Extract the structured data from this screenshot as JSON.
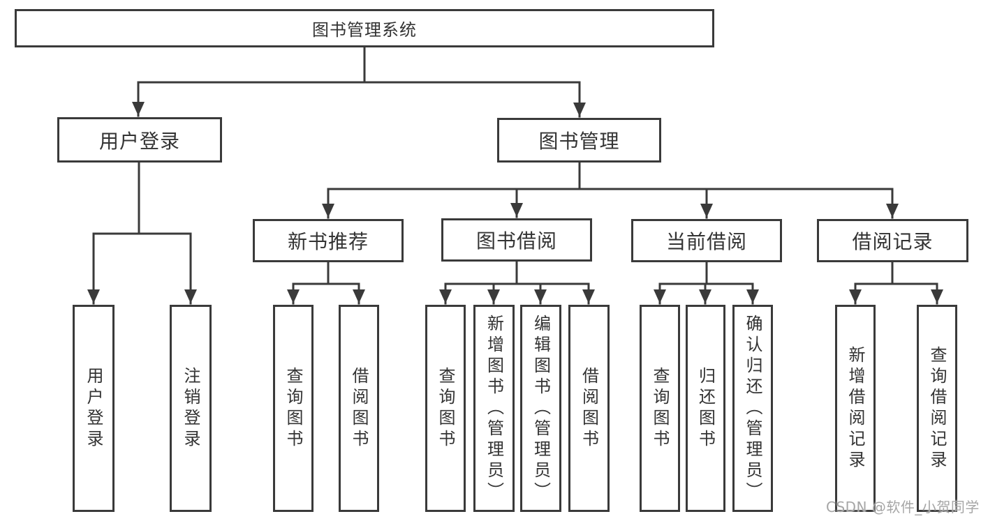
{
  "diagram_type": "hierarchy-tree",
  "colors": {
    "line": "#3a3a3a",
    "box_border": "#3a3a3a",
    "text": "#333333",
    "background": "#ffffff",
    "watermark": "#a6a6a6"
  },
  "watermark": {
    "text": "CSDN @软件_小贺同学"
  },
  "nodes": {
    "root": {
      "label": "图书管理系统"
    },
    "level2": [
      {
        "label": "用户登录"
      },
      {
        "label": "图书管理"
      }
    ],
    "level3": [
      {
        "label": "新书推荐",
        "parent": "图书管理"
      },
      {
        "label": "图书借阅",
        "parent": "图书管理"
      },
      {
        "label": "当前借阅",
        "parent": "图书管理"
      },
      {
        "label": "借阅记录",
        "parent": "图书管理"
      }
    ],
    "leaves": [
      {
        "label": "用户登录",
        "parent": "用户登录"
      },
      {
        "label": "注销登录",
        "parent": "用户登录"
      },
      {
        "label": "查询图书",
        "parent": "新书推荐"
      },
      {
        "label": "借阅图书",
        "parent": "新书推荐"
      },
      {
        "label": "查询图书",
        "parent": "图书借阅"
      },
      {
        "label": "新增图书（管理员）",
        "parent": "图书借阅"
      },
      {
        "label": "编辑图书（管理员）",
        "parent": "图书借阅"
      },
      {
        "label": "借阅图书",
        "parent": "图书借阅"
      },
      {
        "label": "查询图书",
        "parent": "当前借阅"
      },
      {
        "label": "归还图书",
        "parent": "当前借阅"
      },
      {
        "label": "确认归还（管理员）",
        "parent": "当前借阅"
      },
      {
        "label": "新增借阅记录",
        "parent": "借阅记录"
      },
      {
        "label": "查询借阅记录",
        "parent": "借阅记录"
      }
    ]
  }
}
